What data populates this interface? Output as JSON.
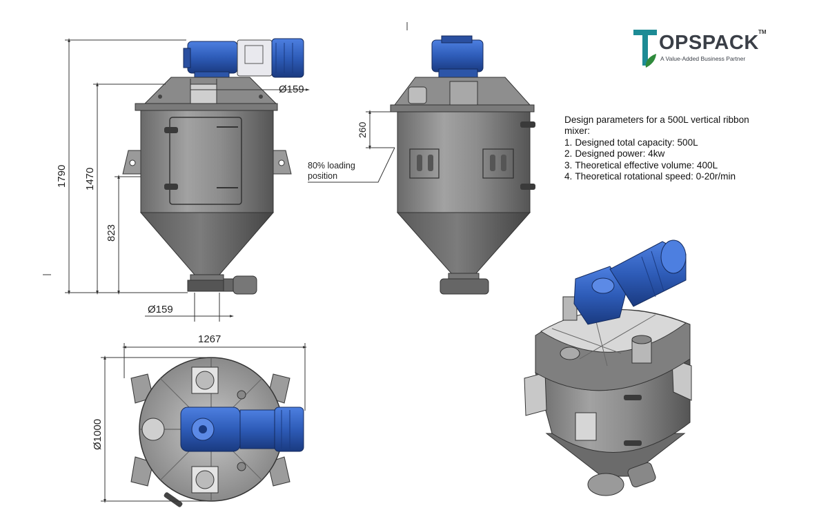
{
  "brand": {
    "name": "OPSPACK",
    "initial": "T",
    "trademark": "TM",
    "tagline": "A Value-Added Business Partner",
    "colors": {
      "teal": "#1d8b95",
      "gray": "#3a3f47",
      "green": "#2f8a3c"
    }
  },
  "parameters": {
    "title": "Design parameters for a  500L vertical ribbon mixer:",
    "items": [
      {
        "num": "1.",
        "text": "Designed total capacity: 500L"
      },
      {
        "num": "2.",
        "text": "Designed power: 4kw"
      },
      {
        "num": "3.",
        "text": "Theoretical effective volume:  400L"
      },
      {
        "num": "4.",
        "text": "Theoretical rotational speed: 0-20r/min"
      }
    ]
  },
  "dimensions": {
    "overall_height": "1790",
    "body_height": "1470",
    "cone_height": "823",
    "top_port_diameter": "Ø159",
    "outlet_diameter": "Ø159",
    "loading_offset": "260",
    "overall_width": "1267",
    "vessel_diameter": "Ø1000"
  },
  "annotations": {
    "loading_line1": "80% loading",
    "loading_line2": "position"
  },
  "colors": {
    "motor_blue": "#2e5cb8",
    "motor_dark": "#1d3f86",
    "steel": "#8c8c8c",
    "steel_dark": "#5f5f5f",
    "steel_light": "#b4b4b4",
    "line": "#333333"
  }
}
